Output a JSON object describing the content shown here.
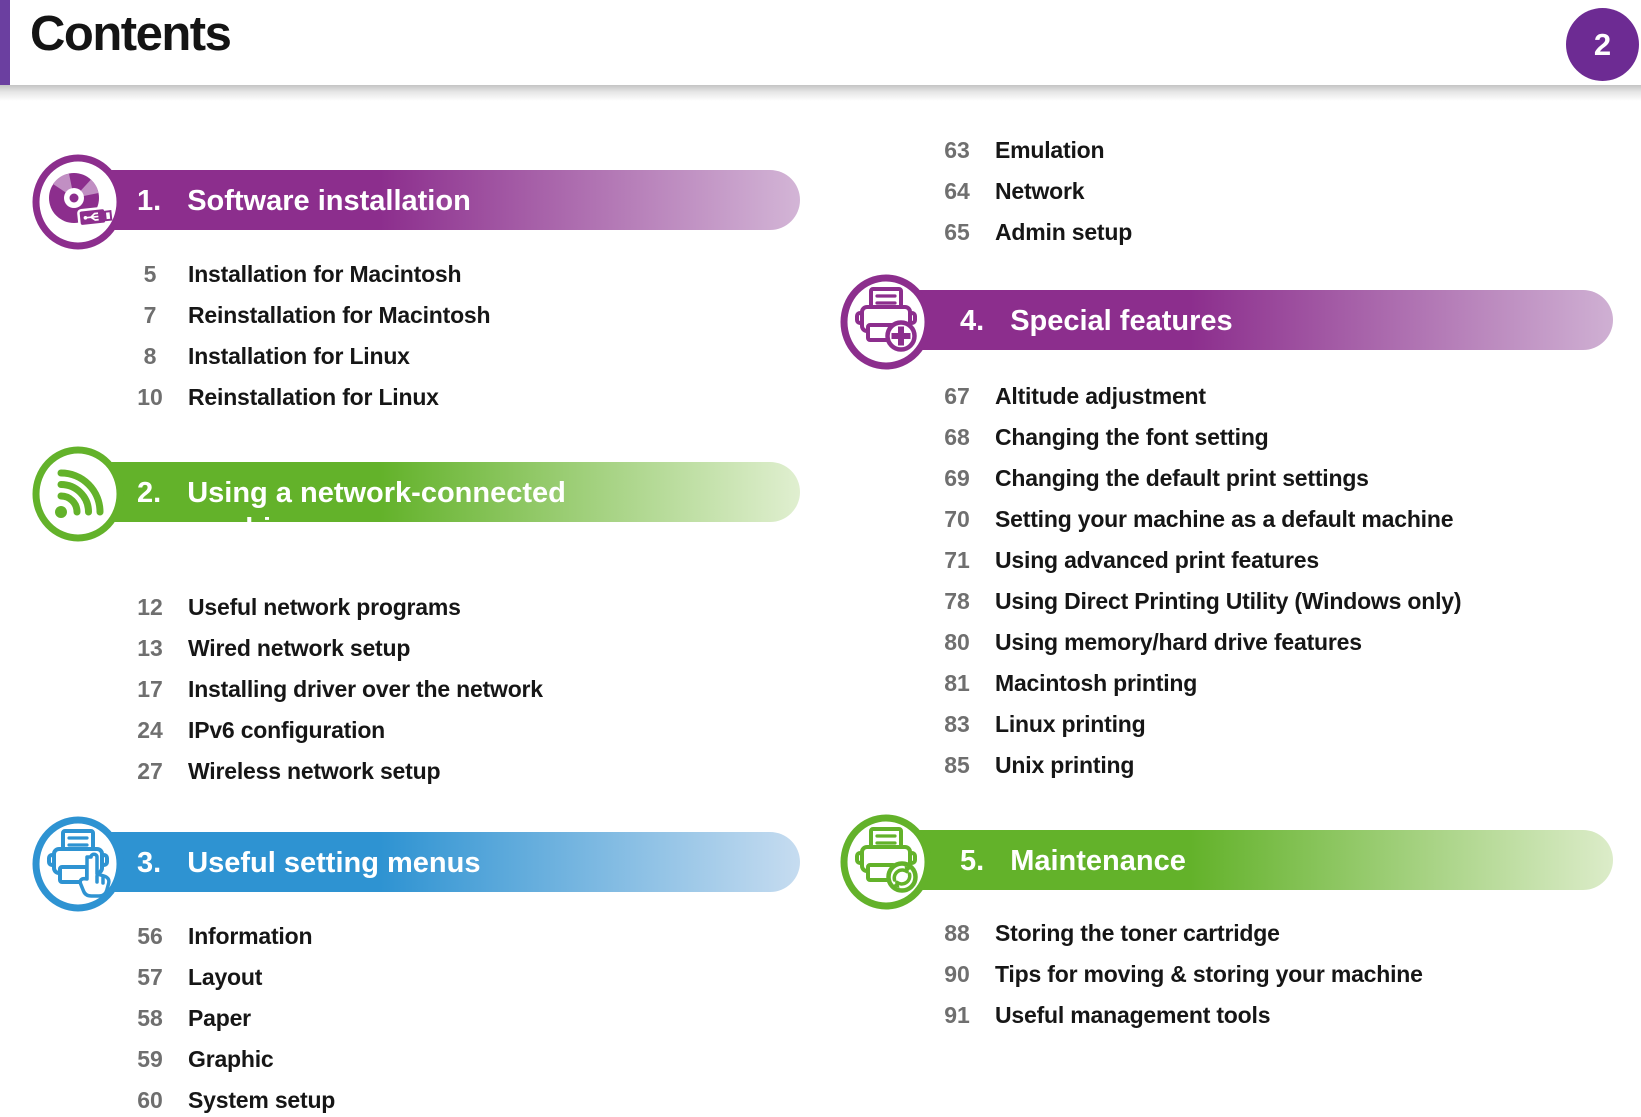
{
  "header": {
    "title": "Contents",
    "page_number": "2",
    "accent_bar_color": "#6b3fa0",
    "badge_color": "#6d2b93"
  },
  "columns": {
    "left": [
      {
        "type": "section",
        "id": "software-installation",
        "number": "1.",
        "title": "Software installation",
        "icon": "cd-usb-icon",
        "color": "#8c2e8d",
        "color_light": "#d3b5d6",
        "items": [
          {
            "page": "5",
            "label": "Installation for Macintosh"
          },
          {
            "page": "7",
            "label": "Reinstallation for Macintosh"
          },
          {
            "page": "8",
            "label": "Installation for Linux"
          },
          {
            "page": "10",
            "label": "Reinstallation for Linux"
          }
        ]
      },
      {
        "type": "section",
        "id": "network-machine",
        "number": "2.",
        "title": "Using a network-connected machine",
        "icon": "wifi-icon",
        "color": "#63b22a",
        "color_light": "#e0efd0",
        "items": [
          {
            "page": "12",
            "label": "Useful network programs"
          },
          {
            "page": "13",
            "label": "Wired network setup"
          },
          {
            "page": "17",
            "label": "Installing driver over the network"
          },
          {
            "page": "24",
            "label": "IPv6 configuration"
          },
          {
            "page": "27",
            "label": "Wireless network setup"
          }
        ]
      },
      {
        "type": "section",
        "id": "useful-setting-menus",
        "number": "3.",
        "title": "Useful setting menus",
        "icon": "printer-hand-icon",
        "color": "#2e93d2",
        "color_light": "#c6dcf0",
        "items": [
          {
            "page": "56",
            "label": "Information"
          },
          {
            "page": "57",
            "label": "Layout"
          },
          {
            "page": "58",
            "label": "Paper"
          },
          {
            "page": "59",
            "label": "Graphic"
          },
          {
            "page": "60",
            "label": "System setup"
          }
        ]
      }
    ],
    "right": [
      {
        "type": "continuation",
        "id": "useful-setting-menus-cont",
        "of": "useful-setting-menus",
        "items": [
          {
            "page": "63",
            "label": "Emulation"
          },
          {
            "page": "64",
            "label": "Network"
          },
          {
            "page": "65",
            "label": "Admin setup"
          }
        ]
      },
      {
        "type": "section",
        "id": "special-features",
        "number": "4.",
        "title": "Special features",
        "icon": "printer-plus-icon",
        "color": "#8c2e8d",
        "color_light": "#cfb0d3",
        "items": [
          {
            "page": "67",
            "label": "Altitude adjustment"
          },
          {
            "page": "68",
            "label": "Changing the font setting"
          },
          {
            "page": "69",
            "label": "Changing the default print settings"
          },
          {
            "page": "70",
            "label": "Setting your machine as a default machine"
          },
          {
            "page": "71",
            "label": "Using advanced print features"
          },
          {
            "page": "78",
            "label": "Using Direct Printing Utility (Windows only)"
          },
          {
            "page": "80",
            "label": "Using memory/hard drive features"
          },
          {
            "page": "81",
            "label": "Macintosh printing"
          },
          {
            "page": "83",
            "label": "Linux printing"
          },
          {
            "page": "85",
            "label": "Unix printing"
          }
        ]
      },
      {
        "type": "section",
        "id": "maintenance",
        "number": "5.",
        "title": "Maintenance",
        "icon": "printer-refresh-icon",
        "color": "#63b22a",
        "color_light": "#dcecc9",
        "items": [
          {
            "page": "88",
            "label": "Storing the toner cartridge"
          },
          {
            "page": "90",
            "label": "Tips for moving & storing your machine"
          },
          {
            "page": "91",
            "label": "Useful management tools"
          }
        ]
      }
    ]
  }
}
